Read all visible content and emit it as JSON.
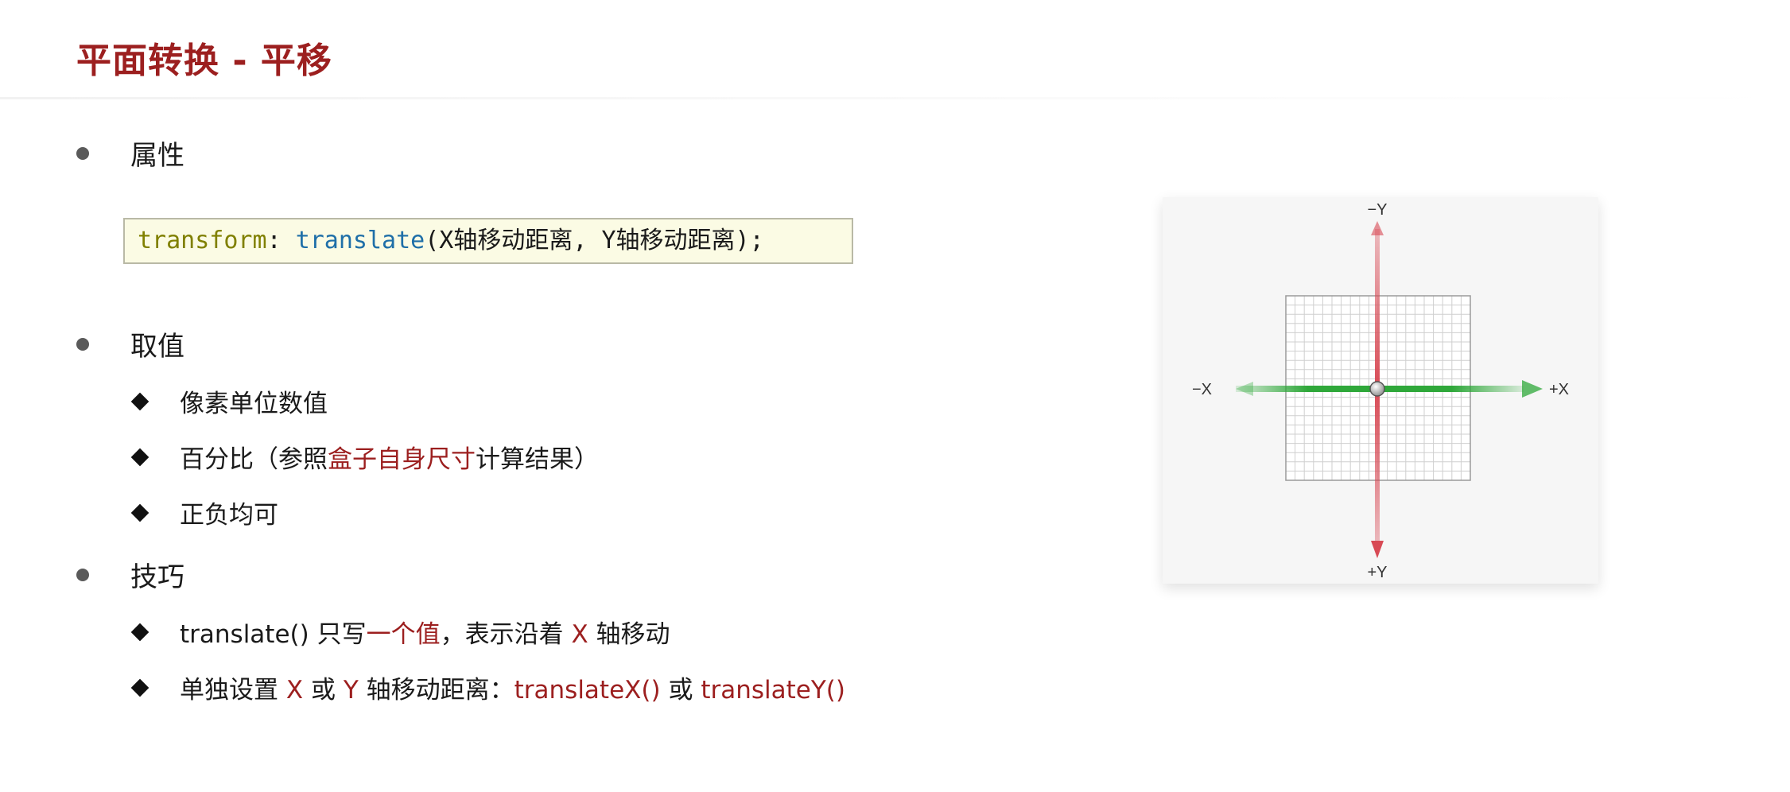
{
  "title": "平面转换 - 平移",
  "sections": {
    "property": {
      "heading": "属性"
    },
    "values": {
      "heading": "取值",
      "items": {
        "pixel": "像素单位数值",
        "percent_pre": "百分比（参照",
        "percent_highlight": "盒子自身尺寸",
        "percent_post": "计算结果）",
        "sign": "正负均可"
      }
    },
    "tips": {
      "heading": "技巧",
      "item1": {
        "pre": "translate() 只写",
        "hl1": "一个值",
        "mid": "，表示沿着 ",
        "hl2": "X",
        "post": " 轴移动"
      },
      "item2": {
        "pre": "单独设置 ",
        "hl1": "X",
        "mid1": " 或 ",
        "hl2": "Y",
        "mid2": " 轴移动距离：",
        "hl3": "translateX()",
        "mid3": " 或 ",
        "hl4": "translateY()"
      }
    }
  },
  "code": {
    "property": "transform",
    "colon": ": ",
    "func": "translate",
    "args": "(X轴移动距离, Y轴移动距离);"
  },
  "diagram": {
    "neg_y": "−Y",
    "pos_y": "+Y",
    "neg_x": "−X",
    "pos_x": "+X",
    "colors": {
      "x_axis": "#2fa83a",
      "y_axis": "#d84a55",
      "grid": "#cfcfcf"
    }
  }
}
